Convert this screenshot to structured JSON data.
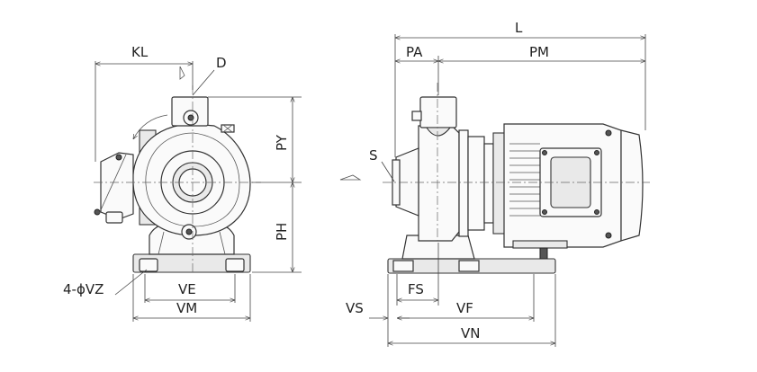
{
  "labels": {
    "kl": "KL",
    "d": "D",
    "py": "PY",
    "ph": "PH",
    "ve": "VE",
    "vm": "VM",
    "vz": "4-ϕVZ",
    "l": "L",
    "pa": "PA",
    "pm": "PM",
    "s": "S",
    "fs": "FS",
    "vf": "VF",
    "vs": "VS",
    "vn": "VN"
  },
  "icons": {
    "arrow": "flow-arrow-icon"
  },
  "colors": {
    "line": "#333333",
    "fill": "#fafafa",
    "shade": "#e9e9e9"
  }
}
